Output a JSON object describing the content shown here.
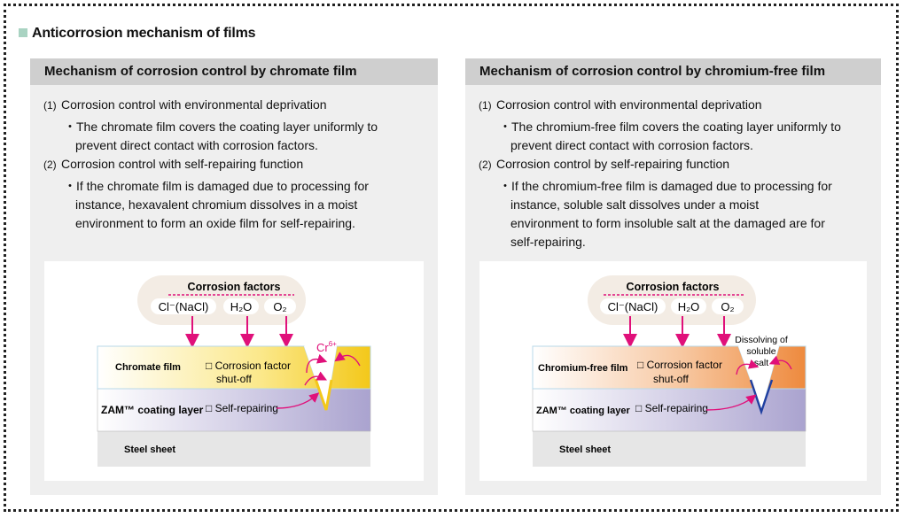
{
  "page": {
    "title": "Anticorrosion mechanism of films",
    "accent_color": "#a9d3c2"
  },
  "left": {
    "header": "Mechanism of corrosion control by chromate film",
    "item1_num": "(1)",
    "item1_title": "Corrosion control with environmental deprivation",
    "item1_line1": "・The chromate film covers the coating layer uniformly to",
    "item1_line2": "prevent direct contact with corrosion factors.",
    "item2_num": "(2)",
    "item2_title": "Corrosion control with self-repairing function",
    "item2_line1": "・If the chromate film is damaged due to processing for",
    "item2_line2": "instance, hexavalent chromium dissolves in a moist",
    "item2_line3": "environment to form an oxide film for self-repairing.",
    "diagram": {
      "factors_title": "Corrosion factors",
      "factor1": "Cl⁻(NaCl)",
      "factor2": "H₂O",
      "factor3": "O₂",
      "cr_label": "Cr",
      "cr_sup": "6+",
      "film_label": "Chromate film",
      "shutoff_line1": "□ Corrosion factor",
      "shutoff_line2": "shut-off",
      "coating_label": "ZAM™ coating layer",
      "repair_label": "□ Self-repairing",
      "steel_label": "Steel sheet"
    }
  },
  "right": {
    "header": "Mechanism of corrosion control by chromium-free film",
    "item1_num": "(1)",
    "item1_title": "Corrosion control with environmental deprivation",
    "item1_line1": "・The chromium-free film covers the coating layer uniformly to",
    "item1_line2": "prevent direct contact with corrosion factors.",
    "item2_num": "(2)",
    "item2_title": "Corrosion control by self-repairing function",
    "item2_line1": "・If the chromium-free film is damaged due to processing for",
    "item2_line2": "instance, soluble salt dissolves under a moist",
    "item2_line3": "environment to form insoluble salt at the damaged are for",
    "item2_line4": "self-repairing.",
    "diagram": {
      "factors_title": "Corrosion factors",
      "factor1": "Cl⁻(NaCl)",
      "factor2": "H₂O",
      "factor3": "O₂",
      "dissolve_line1": "Dissolving of",
      "dissolve_line2": "soluble",
      "dissolve_line3": "salt",
      "film_label": "Chromium-free film",
      "shutoff_line1": "□ Corrosion factor",
      "shutoff_line2": "shut-off",
      "coating_label": "ZAM™ coating layer",
      "repair_label": "□ Self-repairing",
      "steel_label": "Steel sheet"
    }
  }
}
